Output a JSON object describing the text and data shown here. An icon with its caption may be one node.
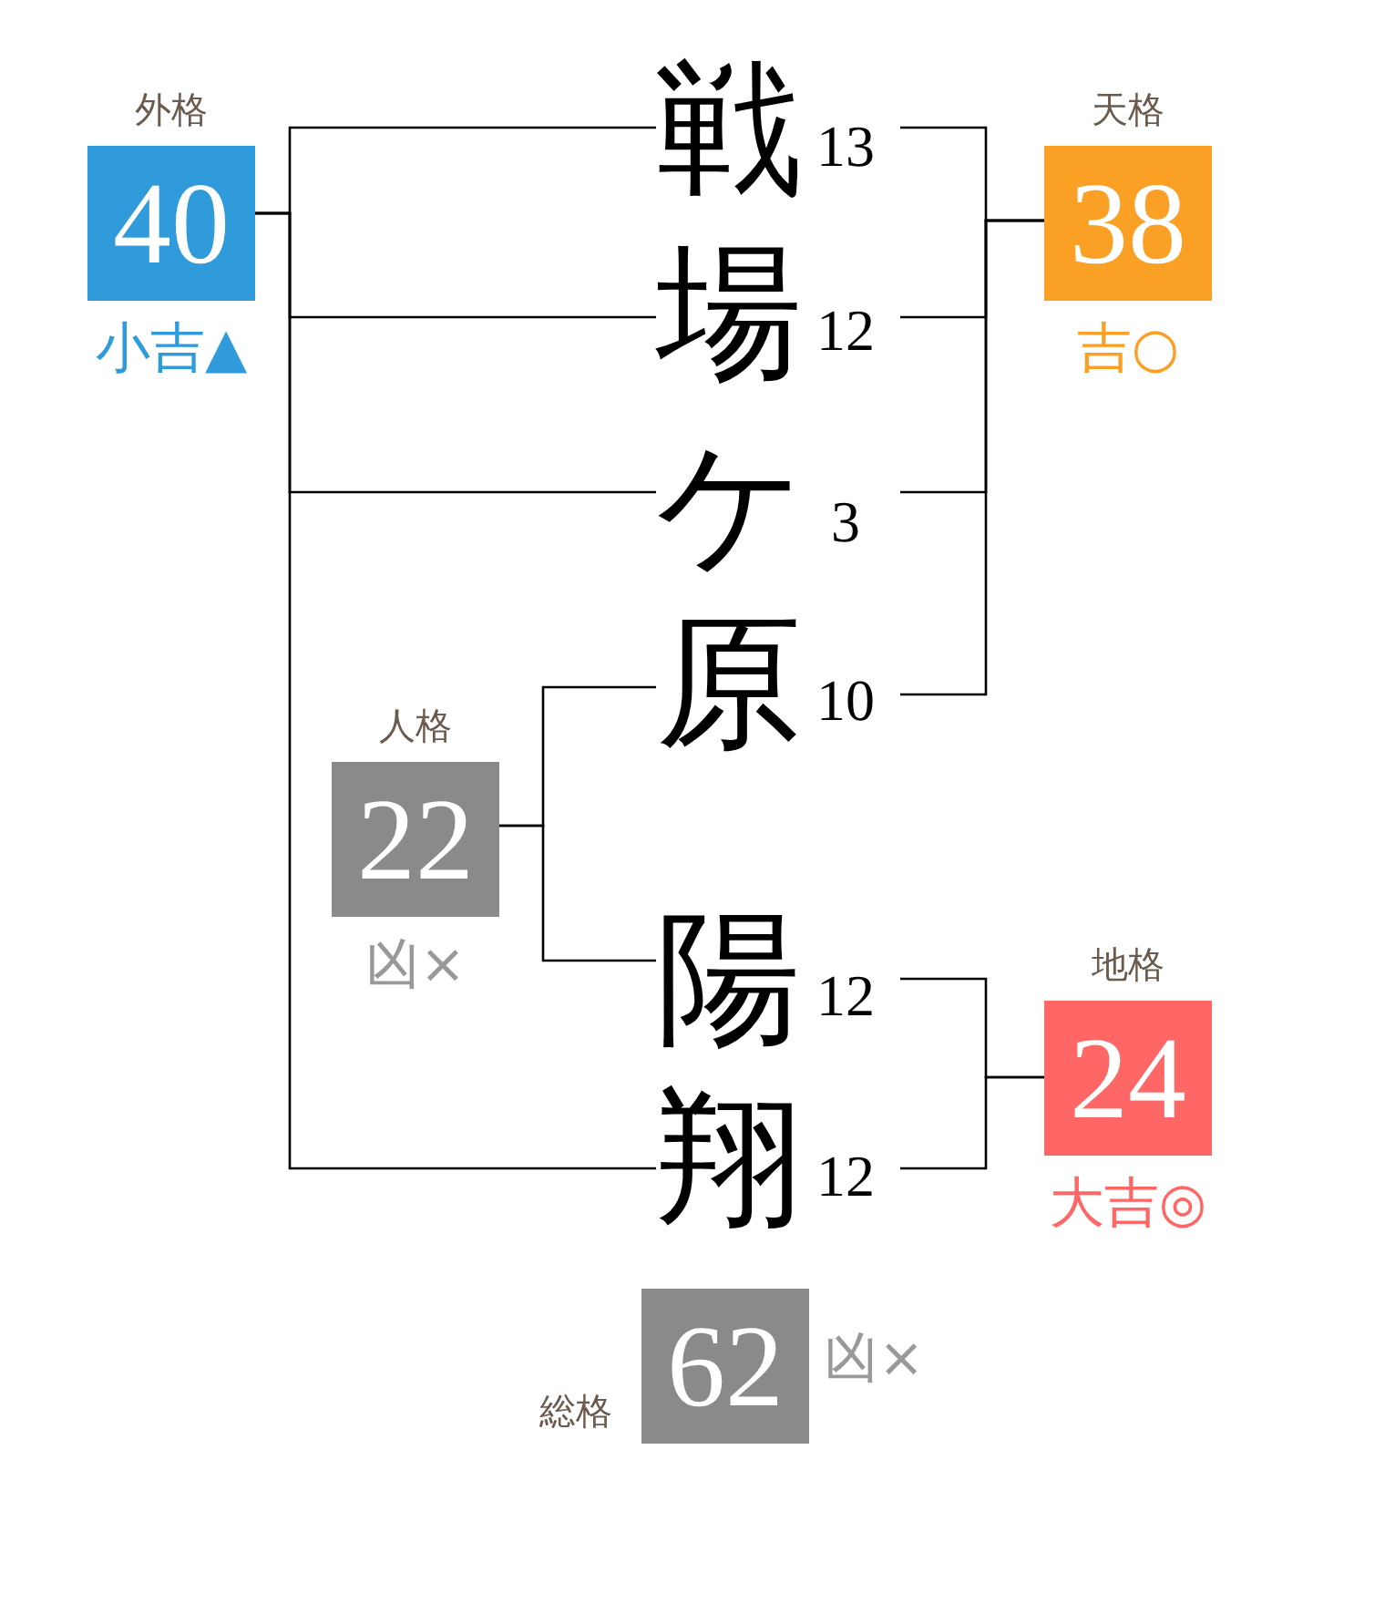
{
  "diagram": {
    "nodes": [
      {
        "text": [
          "外格",
          "40"
        ],
        "beside": [
          "小吉▲"
        ]
      },
      {
        "text": [
          "戦"
        ],
        "beside": [
          "13"
        ]
      },
      {
        "text": [
          "天格",
          "38"
        ],
        "beside": [
          "吉○"
        ]
      },
      {
        "text": [
          "場"
        ],
        "beside": [
          "12"
        ]
      },
      {
        "text": [
          "ケ"
        ],
        "beside": [
          "3"
        ]
      },
      {
        "text": [
          "原"
        ],
        "beside": [
          "10"
        ]
      },
      {
        "text": [
          "人格",
          "22"
        ],
        "beside": [
          "凶×"
        ]
      },
      {
        "text": [
          "陽"
        ],
        "beside": [
          "12"
        ]
      },
      {
        "text": [
          "地格",
          "24"
        ],
        "beside": [
          "大吉◎"
        ]
      },
      {
        "text": [
          "翔"
        ],
        "beside": [
          "12"
        ]
      },
      {
        "text": [
          "総格",
          "62"
        ],
        "beside": [
          "凶×"
        ]
      }
    ],
    "edges": [
      {
        "from": 0,
        "to": 1,
        "arrow": "none"
      },
      {
        "from": 0,
        "to": 3,
        "arrow": "none"
      },
      {
        "from": 0,
        "to": 4,
        "arrow": "none"
      },
      {
        "from": 0,
        "to": 9,
        "arrow": "none"
      },
      {
        "from": 2,
        "to": 1,
        "arrow": "none"
      },
      {
        "from": 2,
        "to": 3,
        "arrow": "none"
      },
      {
        "from": 2,
        "to": 4,
        "arrow": "none"
      },
      {
        "from": 2,
        "to": 5,
        "arrow": "none"
      },
      {
        "from": 6,
        "to": 5,
        "arrow": "none"
      },
      {
        "from": 6,
        "to": 7,
        "arrow": "none"
      },
      {
        "from": 8,
        "to": 7,
        "arrow": "none"
      },
      {
        "from": 8,
        "to": 9,
        "arrow": "none"
      }
    ]
  }
}
